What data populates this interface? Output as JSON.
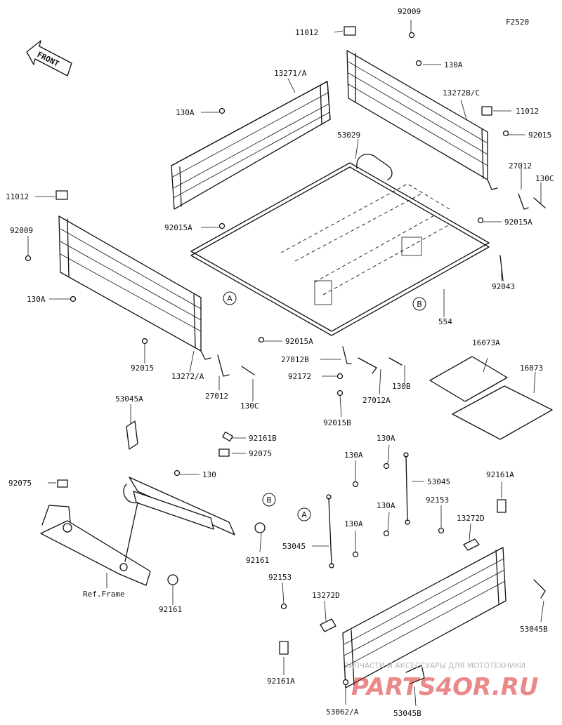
{
  "figure_code": "F2520",
  "front_label": "FRONT",
  "ref_frame": "Ref.Frame",
  "callouts": {
    "a": "A",
    "b": "B"
  },
  "parts": {
    "p92009_top": "92009",
    "p11012_top": "11012",
    "p130A_top": "130A",
    "p13271A": "13271/A",
    "p13272BC": "13272B/C",
    "p11012_right": "11012",
    "p130A_left": "130A",
    "p53029": "53029",
    "p92015_right": "92015",
    "p27012_right": "27012",
    "p130C_right": "130C",
    "p11012_left": "11012",
    "p92009_left": "92009",
    "p92015A_center": "92015A",
    "p92015A_right": "92015A",
    "p92043": "92043",
    "p130A_mid": "130A",
    "p554": "554",
    "p92015A_bottom": "92015A",
    "p92015_left": "92015",
    "p13272A": "13272/A",
    "p27012B": "27012B",
    "p16073A": "16073A",
    "p16073": "16073",
    "p92172": "92172",
    "p130B": "130B",
    "p27012_left": "27012",
    "p130C_left": "130C",
    "p27012A": "27012A",
    "p92015B": "92015B",
    "p53045A": "53045A",
    "p92161B": "92161B",
    "p92075_right": "92075",
    "p92075_left": "92075",
    "p130_frame": "130",
    "p92161_mid": "92161",
    "p92161_low": "92161",
    "p130A_rod1": "130A",
    "p130A_rod2": "130A",
    "p53045_right": "53045",
    "p130A_rod3": "130A",
    "p130A_rod4": "130A",
    "p92161A_right": "92161A",
    "p92153_right": "92153",
    "p13272D_right": "13272D",
    "p53045_left": "53045",
    "p92153_left": "92153",
    "p13272D_left": "13272D",
    "p53045B_right": "53045B",
    "p92161A_left": "92161A",
    "p53062A": "53062/A",
    "p53045B_bottom": "53045B"
  },
  "watermark": {
    "tagline": "ЗАПЧАСТИ И АКСЕССУАРЫ ДЛЯ МОТОТЕХНИКИ",
    "brand": "PARTS4OR.RU"
  }
}
